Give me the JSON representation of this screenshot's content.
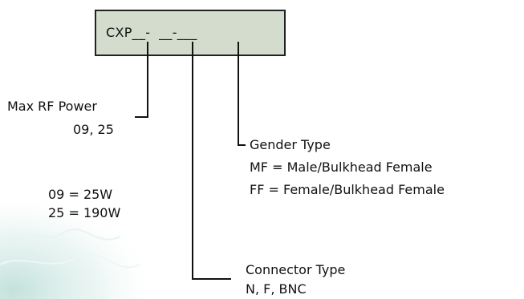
{
  "code": {
    "pattern": "CXP__-  __-___"
  },
  "max_rf_power": {
    "label": "Max RF Power",
    "options": "09, 25"
  },
  "power_map": {
    "row1": "09 = 25W",
    "row2": "25 = 190W"
  },
  "gender_type": {
    "label": "Gender Type",
    "mf": "MF = Male/Bulkhead Female",
    "ff": "FF = Female/Bulkhead Female"
  },
  "connector_type": {
    "label": "Connector Type",
    "options": "N, F, BNC"
  },
  "colors": {
    "box_fill": "#d3dccd",
    "background_wash": "#cfe6e2"
  }
}
